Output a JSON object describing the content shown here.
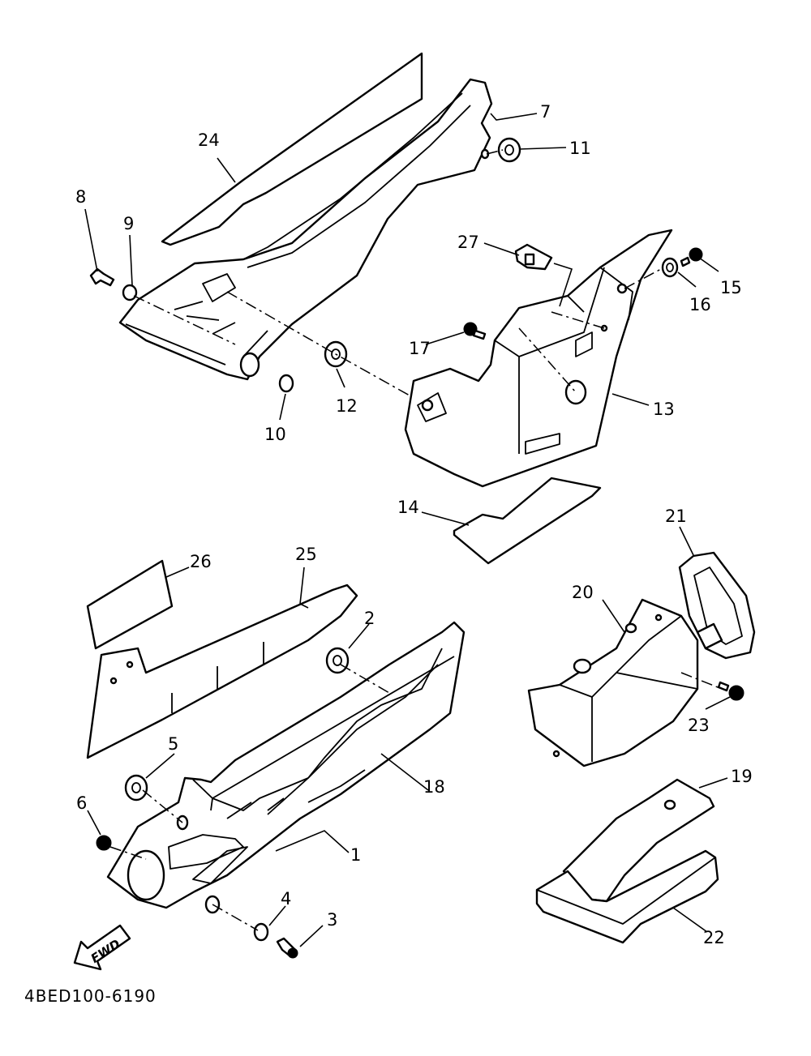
{
  "diagram": {
    "drawing_code": "4BED100-6190",
    "direction_label": "FWD",
    "callouts": [
      {
        "id": "c1",
        "label": "1"
      },
      {
        "id": "c2",
        "label": "2"
      },
      {
        "id": "c3",
        "label": "3"
      },
      {
        "id": "c4",
        "label": "4"
      },
      {
        "id": "c5",
        "label": "5"
      },
      {
        "id": "c6",
        "label": "6"
      },
      {
        "id": "c7",
        "label": "7"
      },
      {
        "id": "c8",
        "label": "8"
      },
      {
        "id": "c9",
        "label": "9"
      },
      {
        "id": "c10",
        "label": "10"
      },
      {
        "id": "c11",
        "label": "11"
      },
      {
        "id": "c12",
        "label": "12"
      },
      {
        "id": "c13",
        "label": "13"
      },
      {
        "id": "c14",
        "label": "14"
      },
      {
        "id": "c15",
        "label": "15"
      },
      {
        "id": "c16",
        "label": "16"
      },
      {
        "id": "c17",
        "label": "17"
      },
      {
        "id": "c18",
        "label": "18"
      },
      {
        "id": "c19",
        "label": "19"
      },
      {
        "id": "c20",
        "label": "20"
      },
      {
        "id": "c21",
        "label": "21"
      },
      {
        "id": "c22",
        "label": "22"
      },
      {
        "id": "c23",
        "label": "23"
      },
      {
        "id": "c24",
        "label": "24"
      },
      {
        "id": "c25",
        "label": "25"
      },
      {
        "id": "c26",
        "label": "26"
      },
      {
        "id": "c27",
        "label": "27"
      }
    ]
  }
}
